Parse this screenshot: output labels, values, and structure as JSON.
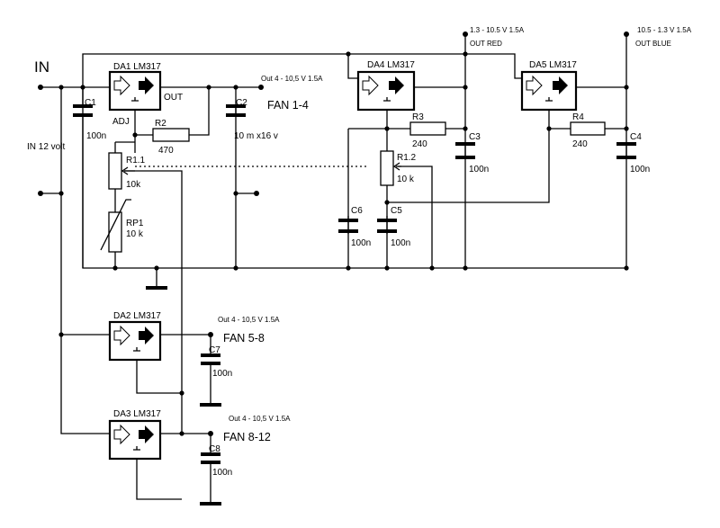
{
  "labels": {
    "in": "IN",
    "in_12": "IN 12 volt",
    "out": "OUT",
    "adj": "ADJ",
    "out_fan14": "Out 4 - 10,5 V 1.5A",
    "out_fan58": "Out 4 - 10,5 V 1.5A",
    "out_fan812": "Out 4 - 10,5 V 1.5A",
    "out_red_v": "1.3 -  10.5 V 1.5A",
    "out_red": "OUT RED",
    "out_blue_v": "10.5 - 1.3 V  1.5A",
    "out_blue": "OUT BLUE"
  },
  "fans": {
    "f1": "FAN 1-4",
    "f2": "FAN 5-8",
    "f3": "FAN 8-12"
  },
  "regulators": {
    "da1": "DA1  LM317",
    "da2": "DA2  LM317",
    "da3": "DA3  LM317",
    "da4": "DA4  LM317",
    "da5": "DA5  LM317"
  },
  "components": {
    "c1_name": "C1",
    "c1_val": "100n",
    "c2_name": "C2",
    "c2_val": "10 m x16 v",
    "c3_name": "C3",
    "c3_val": "100n",
    "c4_name": "C4",
    "c4_val": "100n",
    "c5_name": "C5",
    "c5_val": "100n",
    "c6_name": "C6",
    "c6_val": "100n",
    "c7_name": "C7",
    "c7_val": "100n",
    "c8_name": "C8",
    "c8_val": "100n",
    "r2_name": "R2",
    "r2_val": "470",
    "r3_name": "R3",
    "r3_val": "240",
    "r4_name": "R4",
    "r4_val": "240",
    "r11_name": "R1.1",
    "r11_val": "10k",
    "r12_name": "R1.2",
    "r12_val": "10 k",
    "rp1_name": "RP1",
    "rp1_val": "10 k"
  }
}
